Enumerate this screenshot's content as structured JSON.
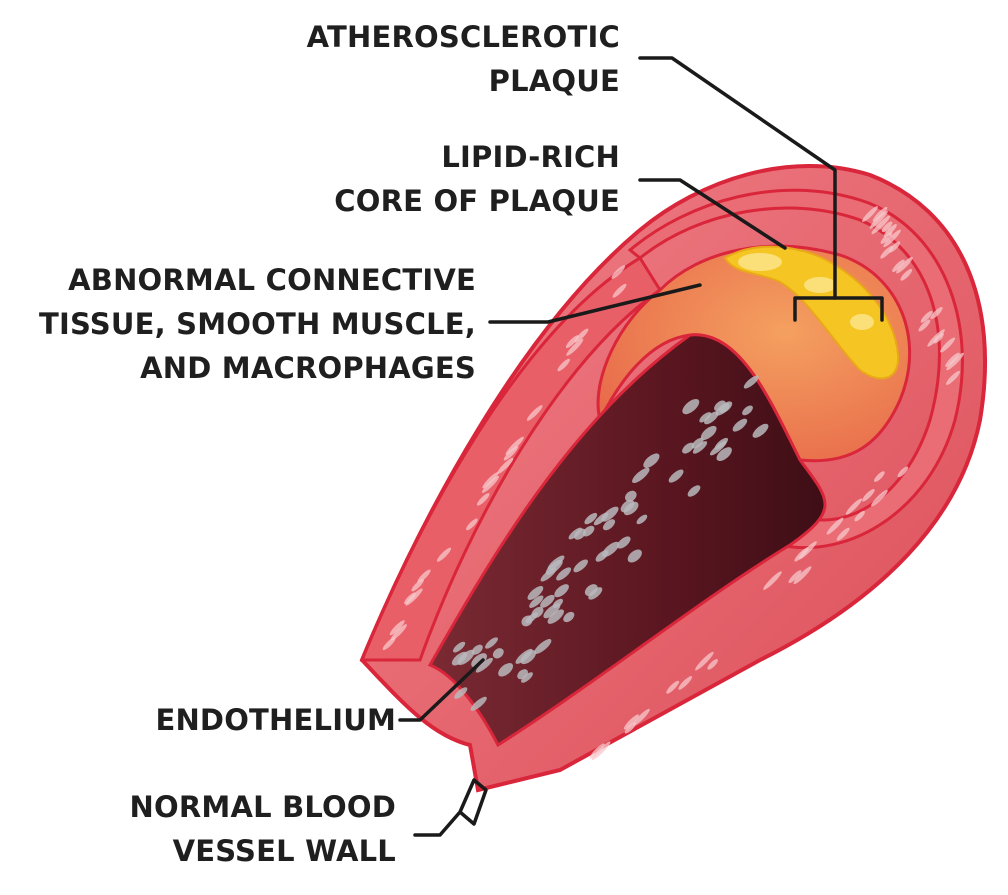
{
  "labels": {
    "atherosclerotic_plaque": [
      "ATHEROSCLEROTIC",
      "PLAQUE"
    ],
    "lipid_core": [
      "LIPID-RICH",
      "CORE OF PLAQUE"
    ],
    "abnormal_tissue": [
      "ABNORMAL CONNECTIVE",
      "TISSUE, SMOOTH MUSCLE,",
      "AND MACROPHAGES"
    ],
    "endothelium": [
      "ENDOTHELIUM"
    ],
    "normal_wall": [
      "NORMAL BLOOD",
      "VESSEL WALL"
    ]
  },
  "colors": {
    "outer_wall": "#e8646a",
    "wall_outline": "#d9263a",
    "wall_fiber": "#f7c8cb",
    "lumen": "#6e1a24",
    "lumen_cells": "#b8b8bc",
    "plaque_tissue": "#f07a52",
    "lipid_core": "#f5c623",
    "leader_line": "#1a1a1a"
  }
}
